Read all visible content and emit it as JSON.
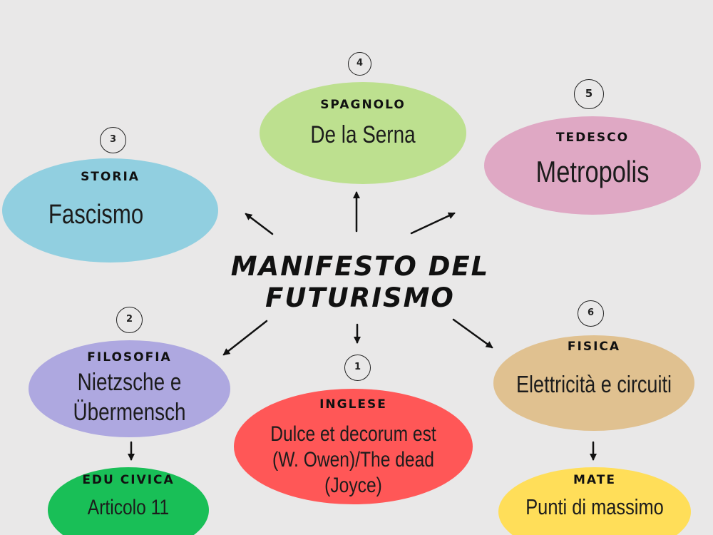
{
  "center": {
    "line1": "MANIFESTO DEL",
    "line2": "FUTURISMO"
  },
  "nodes": {
    "spagnolo": {
      "number": "4",
      "subject": "SPAGNOLO",
      "topic": "De la Serna",
      "color": "#bde08f"
    },
    "tedesco": {
      "number": "5",
      "subject": "TEDESCO",
      "topic": "Metropolis",
      "color": "#dfa8c4"
    },
    "storia": {
      "number": "3",
      "subject": "STORIA",
      "topic": "Fascismo",
      "color": "#91cfe0"
    },
    "filosofia": {
      "number": "2",
      "subject": "FILOSOFIA",
      "topic_line1": "Nietzsche e",
      "topic_line2": "Übermensch",
      "color": "#aea8e0"
    },
    "inglese": {
      "number": "1",
      "subject": "INGLESE",
      "topic_line1": "Dulce et decorum est",
      "topic_line2": "(W. Owen)/The dead",
      "topic_line3": "(Joyce)",
      "color": "#ff5757"
    },
    "fisica": {
      "number": "6",
      "subject": "FISICA",
      "topic": "Elettricità e circuiti",
      "color": "#e0c190"
    },
    "edu_civica": {
      "subject": "EDU CIVICA",
      "topic": "Articolo 11",
      "color": "#19bf57"
    },
    "mate": {
      "subject": "MATE",
      "topic": "Punti di massimo",
      "color": "#ffde59"
    }
  }
}
